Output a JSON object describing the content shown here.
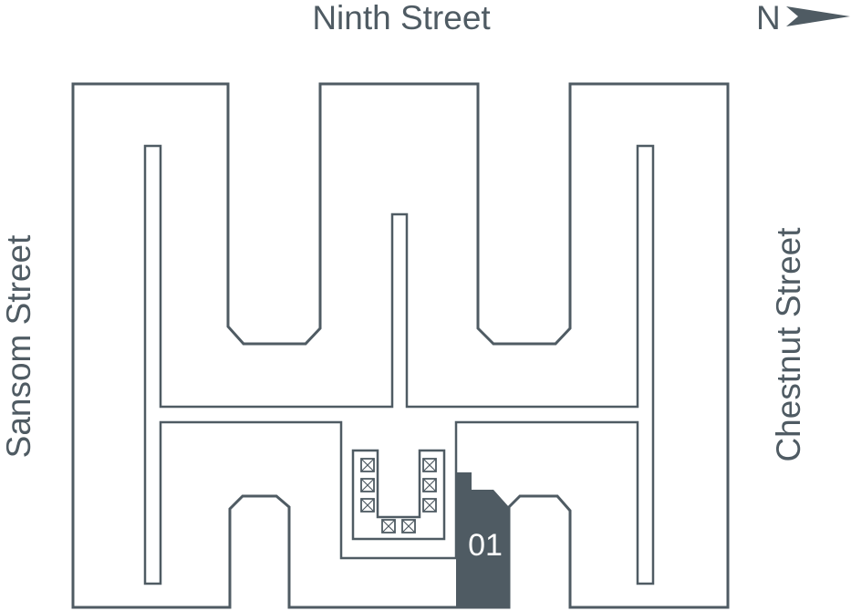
{
  "streets": {
    "top": "Ninth Street",
    "left": "Sansom Street",
    "right": "Chestnut Street"
  },
  "north_label": "N",
  "unit": {
    "label": "01",
    "highlight_color": "#4f5b63"
  },
  "colors": {
    "line": "#4f5b63",
    "background": "#ffffff"
  }
}
